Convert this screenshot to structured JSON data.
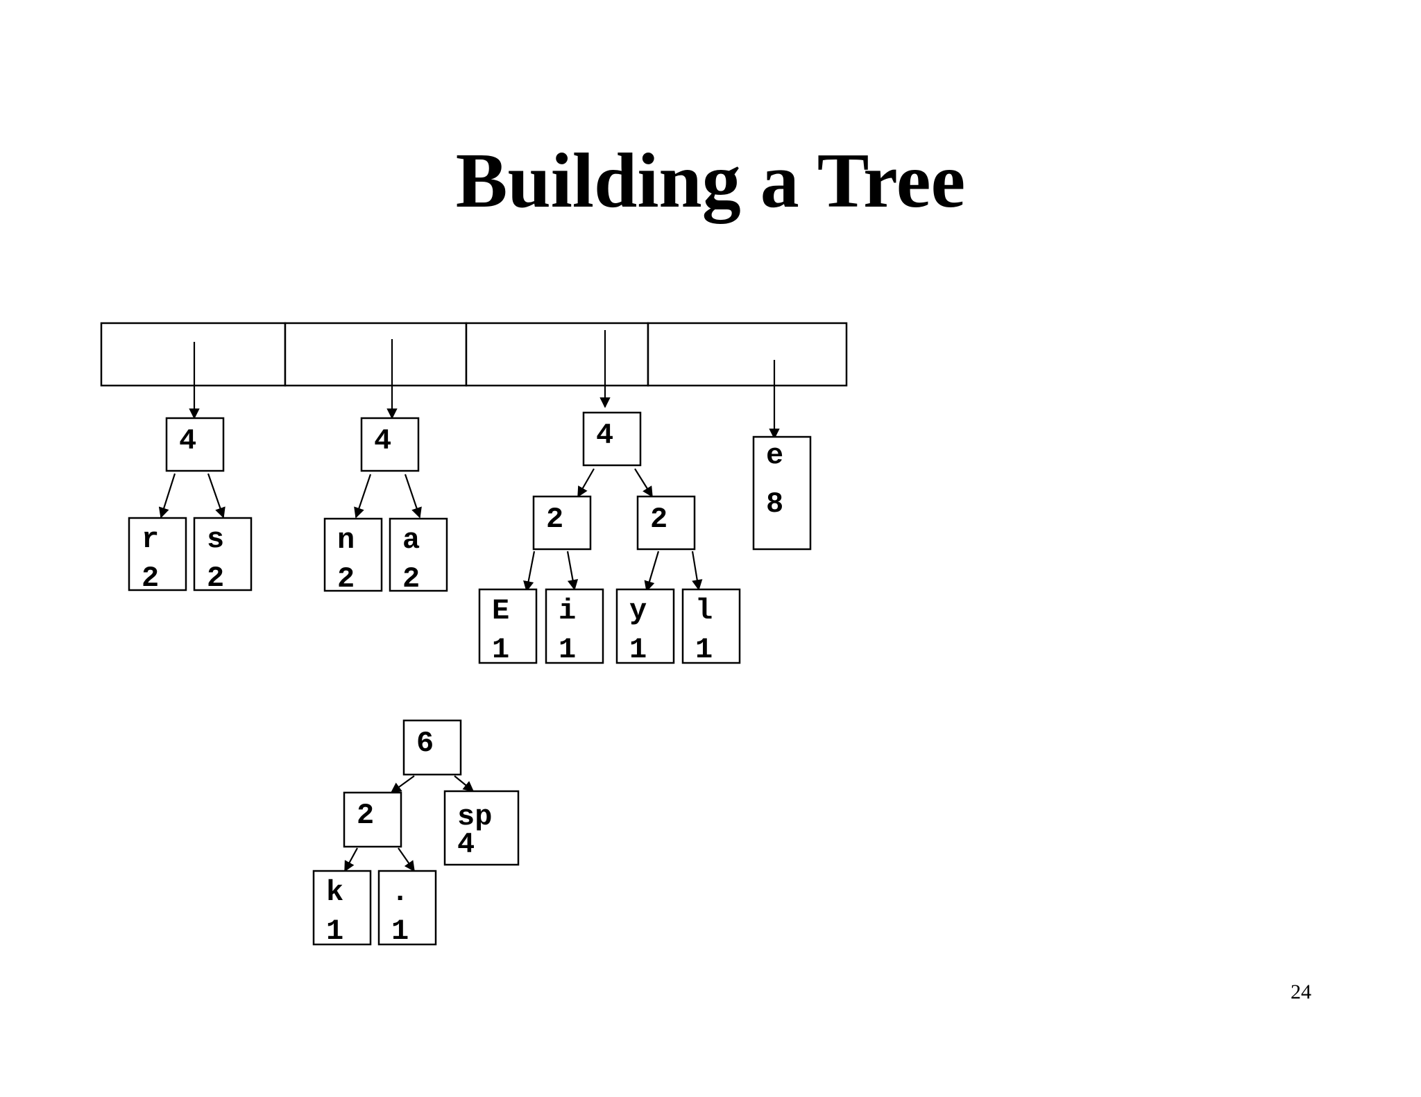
{
  "slide": {
    "title": "Building a Tree",
    "page_number": "24"
  },
  "queue": {
    "slots": 4
  },
  "trees": [
    {
      "id": "t1",
      "root": {
        "id": "t1-root",
        "lines": [
          "4"
        ],
        "children": [
          {
            "id": "t1-r",
            "lines": [
              "r",
              "2"
            ]
          },
          {
            "id": "t1-s",
            "lines": [
              "s",
              "2"
            ]
          }
        ]
      }
    },
    {
      "id": "t2",
      "root": {
        "id": "t2-root",
        "lines": [
          "4"
        ],
        "children": [
          {
            "id": "t2-n",
            "lines": [
              "n",
              "2"
            ]
          },
          {
            "id": "t2-a",
            "lines": [
              "a",
              "2"
            ]
          }
        ]
      }
    },
    {
      "id": "t3",
      "root": {
        "id": "t3-root",
        "lines": [
          "4"
        ],
        "children": [
          {
            "id": "t3-l2",
            "lines": [
              "2"
            ],
            "children": [
              {
                "id": "t3-E",
                "lines": [
                  "E",
                  "1"
                ]
              },
              {
                "id": "t3-i",
                "lines": [
                  "i",
                  "1"
                ]
              }
            ]
          },
          {
            "id": "t3-r2",
            "lines": [
              "2"
            ],
            "children": [
              {
                "id": "t3-y",
                "lines": [
                  "y",
                  "1"
                ]
              },
              {
                "id": "t3-l",
                "lines": [
                  "l",
                  "1"
                ]
              }
            ]
          }
        ]
      }
    },
    {
      "id": "t4",
      "root": {
        "id": "t4-e",
        "lines": [
          "e",
          "8"
        ]
      }
    },
    {
      "id": "t5",
      "root": {
        "id": "t5-root",
        "lines": [
          "6"
        ],
        "children": [
          {
            "id": "t5-2",
            "lines": [
              "2"
            ],
            "children": [
              {
                "id": "t5-k",
                "lines": [
                  "k",
                  "1"
                ]
              },
              {
                "id": "t5-dot",
                "lines": [
                  ".",
                  "1"
                ]
              }
            ]
          },
          {
            "id": "t5-sp",
            "lines": [
              "sp",
              "4"
            ]
          }
        ]
      }
    }
  ]
}
